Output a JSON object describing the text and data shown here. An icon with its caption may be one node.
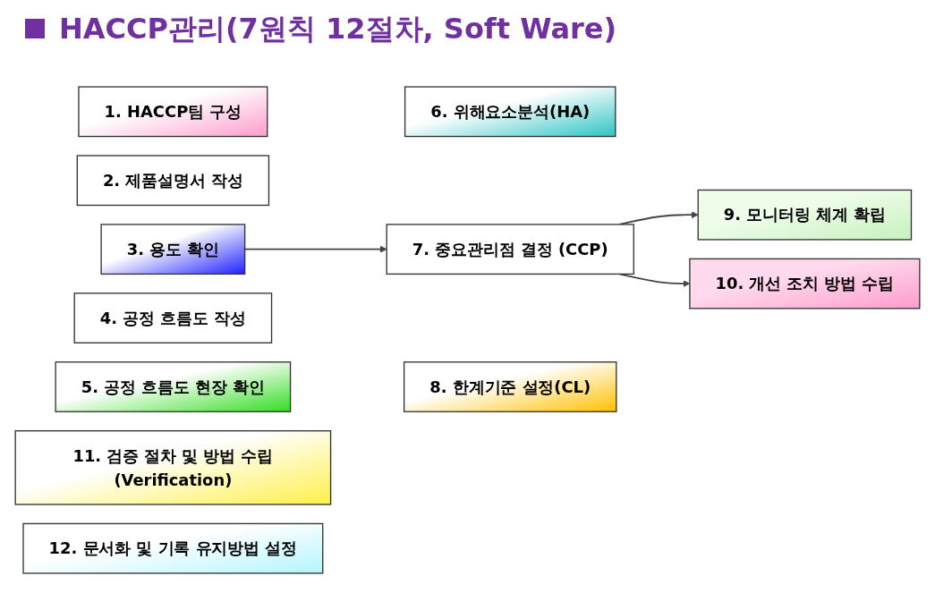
{
  "diagram": {
    "title": "HACCP관리(7원칙 12절차, Soft Ware)",
    "nodes": [
      {
        "text": [
          "1. HACCP팀 구성"
        ]
      },
      {
        "text": [
          "2. 제품설명서 작성"
        ]
      },
      {
        "text": [
          "3. 용도 확인"
        ]
      },
      {
        "text": [
          "4. 공정 흐름도 작성"
        ]
      },
      {
        "text": [
          "5. 공정 흐름도 현장 확인"
        ]
      },
      {
        "text": [
          "6. 위해요소분석(HA)"
        ]
      },
      {
        "text": [
          "7. 중요관리점 결정 (CCP)"
        ]
      },
      {
        "text": [
          "8. 한계기준 설정(CL)"
        ]
      },
      {
        "text": [
          "9. 모니터링 체계 확립"
        ]
      },
      {
        "text": [
          "10. 개선 조치 방법 수립"
        ]
      },
      {
        "text": [
          "11. 검증 절차 및 방법 수립(Verification)"
        ]
      },
      {
        "text": [
          "12. 문서화 및 기록 유지방법 설정"
        ]
      }
    ],
    "edges": [
      {
        "from": 2,
        "to": 6,
        "arrow": "to"
      },
      {
        "from": 6,
        "to": 8,
        "arrow": "to"
      },
      {
        "from": 6,
        "to": 9,
        "arrow": "to"
      }
    ]
  }
}
